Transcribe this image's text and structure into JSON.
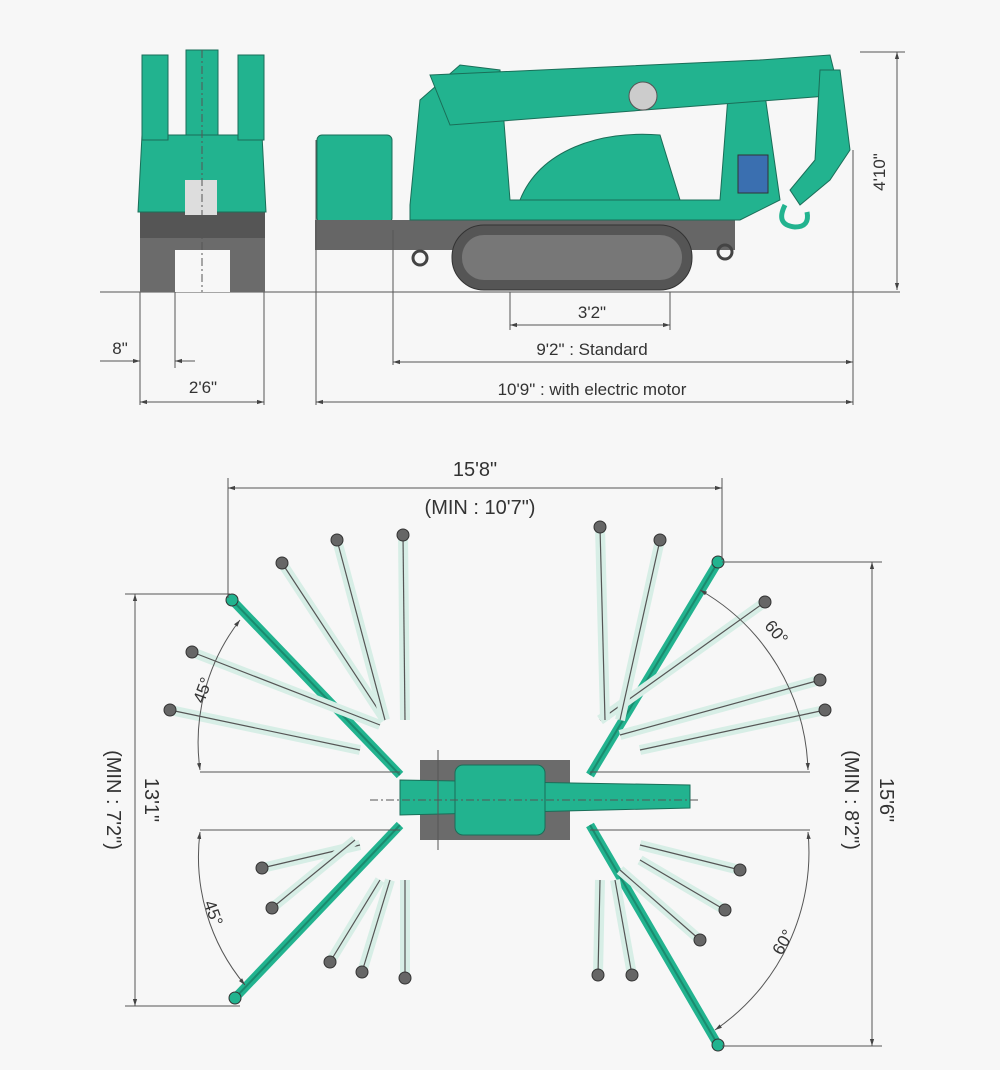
{
  "side_dimensions": {
    "height": "4'10\"",
    "track_offset": "8\"",
    "width": "2'6\"",
    "wheelbase": "3'2\"",
    "length_standard": "9'2\" : Standard",
    "length_electric": "10'9\" : with electric motor"
  },
  "top_dimensions": {
    "span_width": "15'8\"",
    "span_width_min": "(MIN : 10'7\")",
    "left_span": "13'1\"",
    "left_span_min": "(MIN : 7'2\")",
    "right_span": "15'6\"",
    "right_span_min": "(MIN : 8'2\")",
    "angle_front_left_top": "45°",
    "angle_front_left_bottom": "45°",
    "angle_rear_top": "60°",
    "angle_rear_bottom": "60°"
  },
  "colors": {
    "machine": "#22b38f",
    "machine_dark": "#1a8a6e",
    "chassis": "#6b6b6b",
    "outrigger_pale": "#d7eee6",
    "line": "#444444"
  }
}
